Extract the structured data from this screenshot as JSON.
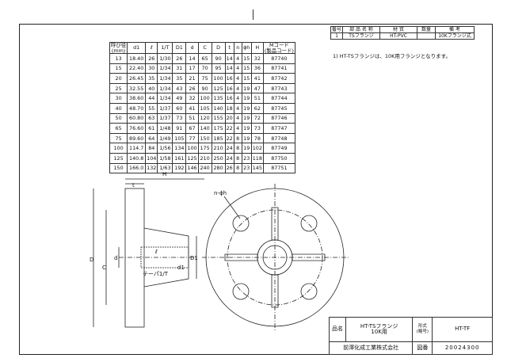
{
  "parts_table": {
    "headers": [
      "番号",
      "部 品 名 称",
      "材 質",
      "数量",
      "備 考"
    ],
    "row": [
      "1",
      "TSフランジ",
      "HT-PVC",
      "",
      "10Kフランジ式"
    ]
  },
  "note": "1) HT-TSフランジは、10K用フランジとなります。",
  "dims_table": {
    "headers": [
      "呼び径\n(mm)",
      "d1",
      "ℓ",
      "1/T",
      "D1",
      "d",
      "C",
      "D",
      "t",
      "n",
      "ϕh",
      "H",
      "Mコード\n(製品コード)"
    ],
    "rows": [
      [
        "13",
        "18.40",
        "26",
        "1/30",
        "26",
        "14",
        "65",
        "90",
        "14",
        "4",
        "15",
        "32",
        "87740"
      ],
      [
        "15",
        "22.40",
        "30",
        "1/34",
        "31",
        "17",
        "70",
        "95",
        "14",
        "4",
        "15",
        "36",
        "87741"
      ],
      [
        "20",
        "26.45",
        "35",
        "1/34",
        "35",
        "21",
        "75",
        "100",
        "16",
        "4",
        "15",
        "41",
        "87742"
      ],
      [
        "25",
        "32.55",
        "40",
        "1/34",
        "43",
        "26",
        "90",
        "125",
        "16",
        "4",
        "19",
        "47",
        "87743"
      ],
      [
        "30",
        "38.60",
        "44",
        "1/34",
        "49",
        "32",
        "100",
        "135",
        "16",
        "4",
        "19",
        "51",
        "87744"
      ],
      [
        "40",
        "48.70",
        "55",
        "1/37",
        "60",
        "41",
        "105",
        "140",
        "18",
        "4",
        "19",
        "62",
        "87745"
      ],
      [
        "50",
        "60.80",
        "63",
        "1/37",
        "73",
        "51",
        "120",
        "155",
        "20",
        "4",
        "19",
        "72",
        "87746"
      ],
      [
        "65",
        "76.60",
        "61",
        "1/48",
        "91",
        "67",
        "140",
        "175",
        "22",
        "4",
        "19",
        "73",
        "87747"
      ],
      [
        "75",
        "89.60",
        "64",
        "1/49",
        "105",
        "77",
        "150",
        "185",
        "22",
        "8",
        "19",
        "78",
        "87748"
      ],
      [
        "100",
        "114.7",
        "84",
        "1/56",
        "134",
        "100",
        "175",
        "210",
        "24",
        "8",
        "19",
        "102",
        "87749"
      ],
      [
        "125",
        "140.8",
        "104",
        "1/58",
        "161",
        "125",
        "210",
        "250",
        "24",
        "8",
        "23",
        "118",
        "87750"
      ],
      [
        "150",
        "166.0",
        "132",
        "1/63",
        "192",
        "146",
        "240",
        "280",
        "26",
        "8",
        "23",
        "145",
        "87751"
      ]
    ]
  },
  "drawing_labels": {
    "H": "H",
    "t": "t",
    "nh": "n-ϕh",
    "D": "D",
    "C": "C",
    "d": "d",
    "D1": "D1",
    "d1": "d1",
    "l": "ℓ",
    "taper": "テーパ1/T"
  },
  "title_block": {
    "name_label": "品名",
    "name_value": "HT-TSフランジ\n10K用",
    "model_label": "形式\n(略号)",
    "model_value": "HT-TF",
    "company": "前澤化成工業株式会社",
    "drawing_no_label": "図番",
    "drawing_no": "20024300"
  }
}
